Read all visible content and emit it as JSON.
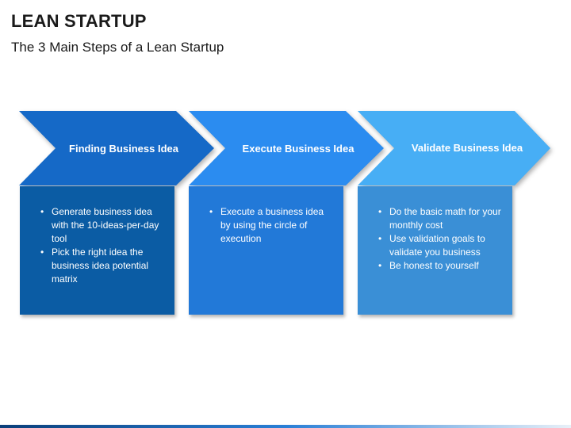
{
  "header": {
    "title": "LEAN STARTUP",
    "subtitle": "The 3 Main Steps of a Lean Startup"
  },
  "colors": {
    "step1": "#0b5ca4",
    "step1_chevron": "#1569c7",
    "step2": "#2279d8",
    "step2_chevron": "#2b8cf0",
    "step3": "#3a8fd6",
    "step3_chevron": "#47aef5"
  },
  "steps": [
    {
      "label": "Finding Business Idea",
      "bullets": [
        "Generate business idea with the 10-ideas-per-day tool",
        "Pick the right idea the business idea potential matrix"
      ]
    },
    {
      "label": "Execute Business Idea",
      "bullets": [
        "Execute a business idea by using the circle of execution"
      ]
    },
    {
      "label": "Validate Business Idea",
      "bullets": [
        "Do the basic math for your monthly cost",
        "Use validation goals to validate you business",
        "Be honest to yourself"
      ]
    }
  ]
}
